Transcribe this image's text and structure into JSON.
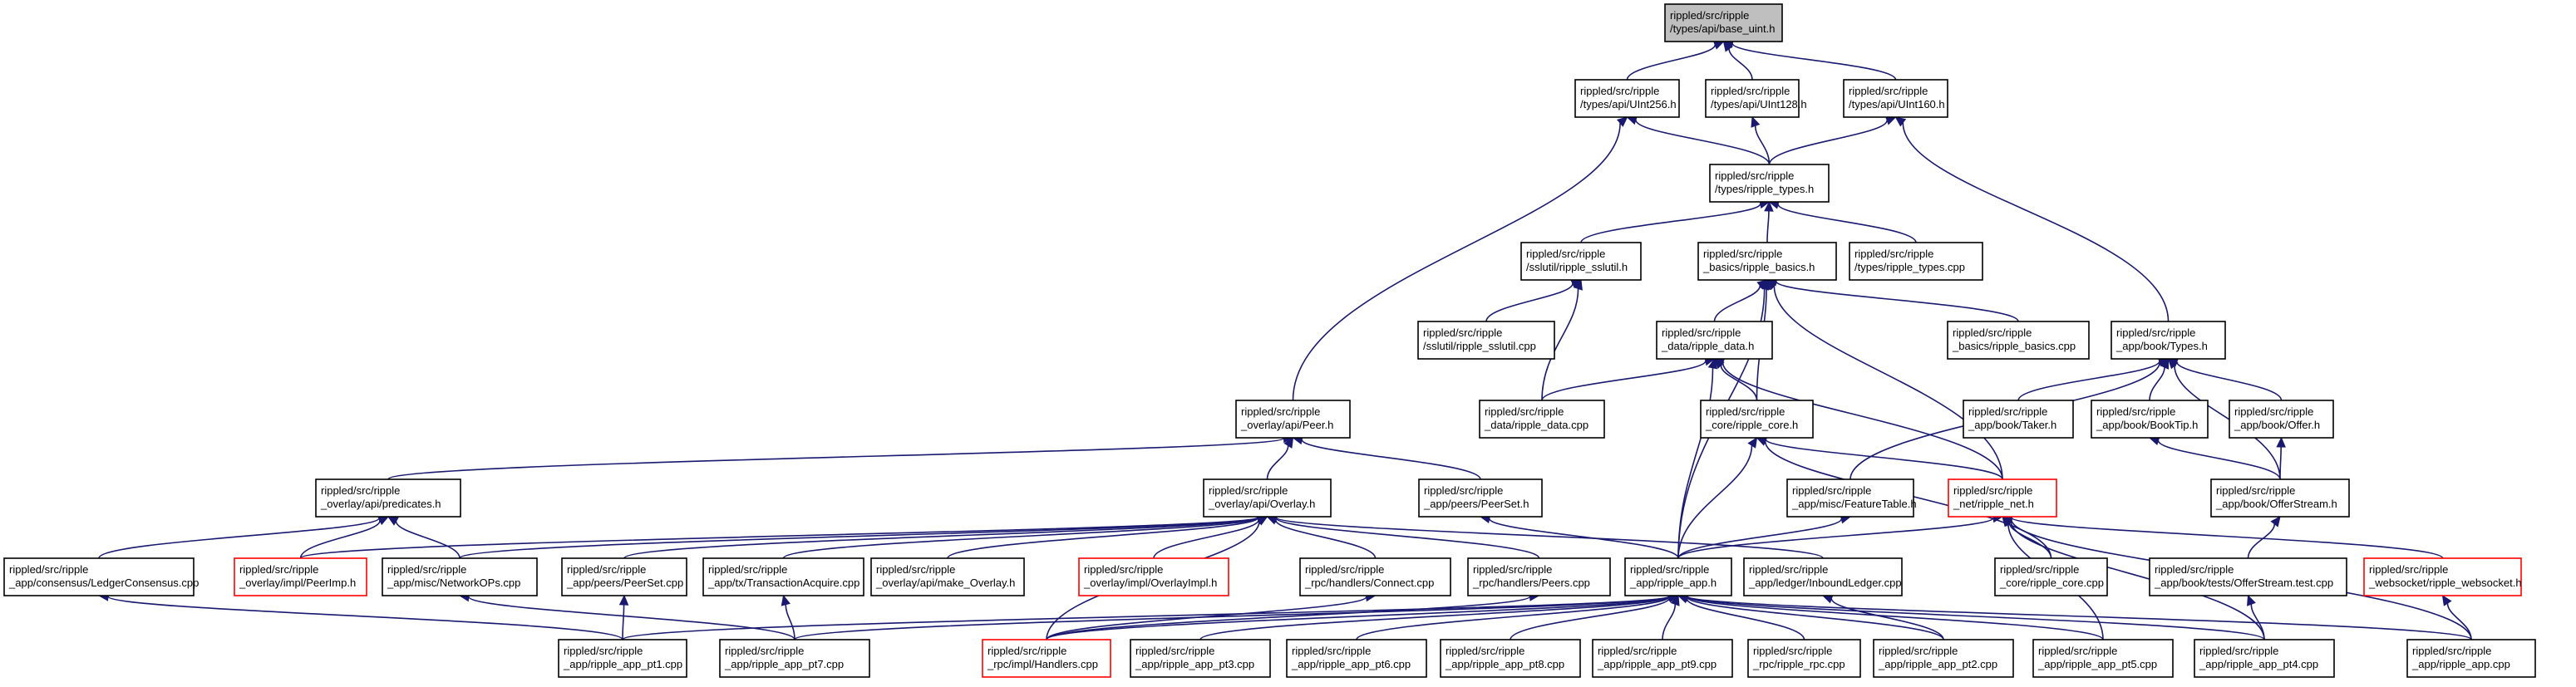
{
  "graph": {
    "edge_color": "#191970",
    "highlight_border": "#ff0000",
    "root_fill": "#bfbfbf",
    "nodes": {
      "base_uint": {
        "lines": [
          "rippled/src/ripple",
          "/types/api/base_uint.h"
        ],
        "root": true
      },
      "uint256": {
        "lines": [
          "rippled/src/ripple",
          "/types/api/UInt256.h"
        ]
      },
      "uint128": {
        "lines": [
          "rippled/src/ripple",
          "/types/api/UInt128.h"
        ]
      },
      "uint160": {
        "lines": [
          "rippled/src/ripple",
          "/types/api/UInt160.h"
        ]
      },
      "ripple_types_h": {
        "lines": [
          "rippled/src/ripple",
          "/types/ripple_types.h"
        ]
      },
      "sslutil_h": {
        "lines": [
          "rippled/src/ripple",
          "/sslutil/ripple_sslutil.h"
        ]
      },
      "basics_h": {
        "lines": [
          "rippled/src/ripple",
          "_basics/ripple_basics.h"
        ]
      },
      "types_cpp": {
        "lines": [
          "rippled/src/ripple",
          "/types/ripple_types.cpp"
        ]
      },
      "sslutil_cpp": {
        "lines": [
          "rippled/src/ripple",
          "/sslutil/ripple_sslutil.cpp"
        ]
      },
      "data_h": {
        "lines": [
          "rippled/src/ripple",
          "_data/ripple_data.h"
        ]
      },
      "basics_cpp": {
        "lines": [
          "rippled/src/ripple",
          "_basics/ripple_basics.cpp"
        ]
      },
      "book_types": {
        "lines": [
          "rippled/src/ripple",
          "_app/book/Types.h"
        ]
      },
      "peer_h": {
        "lines": [
          "rippled/src/ripple",
          "_overlay/api/Peer.h"
        ]
      },
      "data_cpp": {
        "lines": [
          "rippled/src/ripple",
          "_data/ripple_data.cpp"
        ]
      },
      "core_h": {
        "lines": [
          "rippled/src/ripple",
          "_core/ripple_core.h"
        ]
      },
      "taker": {
        "lines": [
          "rippled/src/ripple",
          "_app/book/Taker.h"
        ]
      },
      "booktip": {
        "lines": [
          "rippled/src/ripple",
          "_app/book/BookTip.h"
        ]
      },
      "offer": {
        "lines": [
          "rippled/src/ripple",
          "_app/book/Offer.h"
        ]
      },
      "predicates": {
        "lines": [
          "rippled/src/ripple",
          "_overlay/api/predicates.h"
        ]
      },
      "overlay_h": {
        "lines": [
          "rippled/src/ripple",
          "_overlay/api/Overlay.h"
        ]
      },
      "peerset_h": {
        "lines": [
          "rippled/src/ripple",
          "_app/peers/PeerSet.h"
        ]
      },
      "featuretable": {
        "lines": [
          "rippled/src/ripple",
          "_app/misc/FeatureTable.h"
        ]
      },
      "net_h": {
        "lines": [
          "rippled/src/ripple",
          "_net/ripple_net.h"
        ],
        "red": true
      },
      "offerstream_h": {
        "lines": [
          "rippled/src/ripple",
          "_app/book/OfferStream.h"
        ]
      },
      "ledgerconsensus": {
        "lines": [
          "rippled/src/ripple",
          "_app/consensus/LedgerConsensus.cpp"
        ]
      },
      "peerimp": {
        "lines": [
          "rippled/src/ripple",
          "_overlay/impl/PeerImp.h"
        ],
        "red": true
      },
      "networkops": {
        "lines": [
          "rippled/src/ripple",
          "_app/misc/NetworkOPs.cpp"
        ]
      },
      "peerset_cpp": {
        "lines": [
          "rippled/src/ripple",
          "_app/peers/PeerSet.cpp"
        ]
      },
      "txacquire": {
        "lines": [
          "rippled/src/ripple",
          "_app/tx/TransactionAcquire.cpp"
        ]
      },
      "make_overlay": {
        "lines": [
          "rippled/src/ripple",
          "_overlay/api/make_Overlay.h"
        ]
      },
      "overlayimpl": {
        "lines": [
          "rippled/src/ripple",
          "_overlay/impl/OverlayImpl.h"
        ],
        "red": true
      },
      "connect": {
        "lines": [
          "rippled/src/ripple",
          "_rpc/handlers/Connect.cpp"
        ]
      },
      "peers_cpp": {
        "lines": [
          "rippled/src/ripple",
          "_rpc/handlers/Peers.cpp"
        ]
      },
      "app_h": {
        "lines": [
          "rippled/src/ripple",
          "_app/ripple_app.h"
        ]
      },
      "inboundledger": {
        "lines": [
          "rippled/src/ripple",
          "_app/ledger/InboundLedger.cpp"
        ]
      },
      "core_cpp": {
        "lines": [
          "rippled/src/ripple",
          "_core/ripple_core.cpp"
        ]
      },
      "offerstream_test": {
        "lines": [
          "rippled/src/ripple",
          "_app/book/tests/OfferStream.test.cpp"
        ]
      },
      "websocket_h": {
        "lines": [
          "rippled/src/ripple",
          "_websocket/ripple_websocket.h"
        ],
        "red": true
      },
      "app_pt1": {
        "lines": [
          "rippled/src/ripple",
          "_app/ripple_app_pt1.cpp"
        ]
      },
      "app_pt7": {
        "lines": [
          "rippled/src/ripple",
          "_app/ripple_app_pt7.cpp"
        ]
      },
      "handlers": {
        "lines": [
          "rippled/src/ripple",
          "_rpc/impl/Handlers.cpp"
        ],
        "red": true
      },
      "app_pt3": {
        "lines": [
          "rippled/src/ripple",
          "_app/ripple_app_pt3.cpp"
        ]
      },
      "app_pt6": {
        "lines": [
          "rippled/src/ripple",
          "_app/ripple_app_pt6.cpp"
        ]
      },
      "app_pt8": {
        "lines": [
          "rippled/src/ripple",
          "_app/ripple_app_pt8.cpp"
        ]
      },
      "app_pt9": {
        "lines": [
          "rippled/src/ripple",
          "_app/ripple_app_pt9.cpp"
        ]
      },
      "rpc_cpp": {
        "lines": [
          "rippled/src/ripple",
          "_rpc/ripple_rpc.cpp"
        ]
      },
      "app_pt2": {
        "lines": [
          "rippled/src/ripple",
          "_app/ripple_app_pt2.cpp"
        ]
      },
      "app_pt5": {
        "lines": [
          "rippled/src/ripple",
          "_app/ripple_app_pt5.cpp"
        ]
      },
      "app_pt4": {
        "lines": [
          "rippled/src/ripple",
          "_app/ripple_app_pt4.cpp"
        ]
      },
      "app_cpp": {
        "lines": [
          "rippled/src/ripple",
          "_app/ripple_app.cpp"
        ]
      }
    },
    "edges": [
      [
        "uint256",
        "base_uint"
      ],
      [
        "uint128",
        "base_uint"
      ],
      [
        "uint160",
        "base_uint"
      ],
      [
        "ripple_types_h",
        "uint256"
      ],
      [
        "ripple_types_h",
        "uint128"
      ],
      [
        "ripple_types_h",
        "uint160"
      ],
      [
        "peer_h",
        "uint256"
      ],
      [
        "book_types",
        "uint160"
      ],
      [
        "sslutil_h",
        "ripple_types_h"
      ],
      [
        "basics_h",
        "ripple_types_h"
      ],
      [
        "types_cpp",
        "ripple_types_h"
      ],
      [
        "sslutil_cpp",
        "sslutil_h"
      ],
      [
        "data_cpp",
        "sslutil_h"
      ],
      [
        "data_h",
        "basics_h"
      ],
      [
        "basics_cpp",
        "basics_h"
      ],
      [
        "core_h",
        "basics_h"
      ],
      [
        "net_h",
        "basics_h"
      ],
      [
        "app_h",
        "basics_h"
      ],
      [
        "data_cpp",
        "data_h"
      ],
      [
        "core_h",
        "data_h"
      ],
      [
        "net_h",
        "data_h"
      ],
      [
        "app_h",
        "data_h"
      ],
      [
        "net_h",
        "core_h"
      ],
      [
        "app_h",
        "core_h"
      ],
      [
        "core_cpp",
        "core_h"
      ],
      [
        "featuretable",
        "book_types"
      ],
      [
        "taker",
        "book_types"
      ],
      [
        "booktip",
        "book_types"
      ],
      [
        "offer",
        "book_types"
      ],
      [
        "offerstream_h",
        "book_types"
      ],
      [
        "offerstream_h",
        "booktip"
      ],
      [
        "offerstream_h",
        "offer"
      ],
      [
        "predicates",
        "peer_h"
      ],
      [
        "overlay_h",
        "peer_h"
      ],
      [
        "peerset_h",
        "peer_h"
      ],
      [
        "ledgerconsensus",
        "predicates"
      ],
      [
        "peerimp",
        "predicates"
      ],
      [
        "networkops",
        "predicates"
      ],
      [
        "peerimp",
        "overlay_h"
      ],
      [
        "networkops",
        "overlay_h"
      ],
      [
        "peerset_cpp",
        "overlay_h"
      ],
      [
        "txacquire",
        "overlay_h"
      ],
      [
        "make_overlay",
        "overlay_h"
      ],
      [
        "overlayimpl",
        "overlay_h"
      ],
      [
        "connect",
        "overlay_h"
      ],
      [
        "peers_cpp",
        "overlay_h"
      ],
      [
        "handlers",
        "overlay_h"
      ],
      [
        "inboundledger",
        "overlay_h"
      ],
      [
        "app_h",
        "peerset_h"
      ],
      [
        "app_h",
        "featuretable"
      ],
      [
        "app_h",
        "net_h"
      ],
      [
        "core_cpp",
        "net_h"
      ],
      [
        "websocket_h",
        "net_h"
      ],
      [
        "app_pt5",
        "net_h"
      ],
      [
        "app_pt4",
        "net_h"
      ],
      [
        "app_cpp",
        "net_h"
      ],
      [
        "offerstream_test",
        "offerstream_h"
      ],
      [
        "app_pt1",
        "ledgerconsensus"
      ],
      [
        "app_pt1",
        "peerset_cpp"
      ],
      [
        "app_pt7",
        "txacquire"
      ],
      [
        "app_pt7",
        "networkops"
      ],
      [
        "handlers",
        "connect"
      ],
      [
        "handlers",
        "peers_cpp"
      ],
      [
        "app_pt4",
        "offerstream_test"
      ],
      [
        "app_cpp",
        "websocket_h"
      ],
      [
        "app_pt2",
        "inboundledger"
      ],
      [
        "app_pt1",
        "app_h"
      ],
      [
        "app_pt7",
        "app_h"
      ],
      [
        "handlers",
        "app_h"
      ],
      [
        "app_pt3",
        "app_h"
      ],
      [
        "app_pt6",
        "app_h"
      ],
      [
        "app_pt8",
        "app_h"
      ],
      [
        "app_pt9",
        "app_h"
      ],
      [
        "rpc_cpp",
        "app_h"
      ],
      [
        "app_pt2",
        "app_h"
      ],
      [
        "app_pt5",
        "app_h"
      ],
      [
        "app_pt4",
        "app_h"
      ],
      [
        "app_cpp",
        "app_h"
      ]
    ]
  }
}
